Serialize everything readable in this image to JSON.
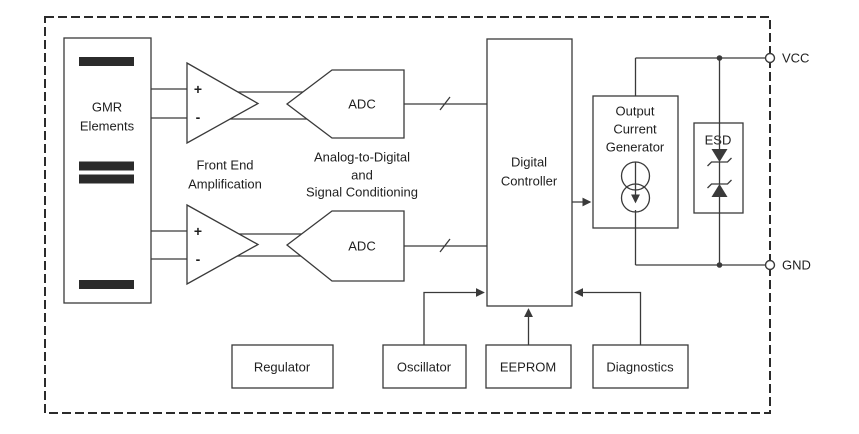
{
  "colors": {
    "background": "#ffffff",
    "line": "#3a3a3a",
    "text": "#1f1f1f",
    "bar_fill": "#2b2b2b"
  },
  "blocks": {
    "gmr_elements": {
      "line1": "GMR",
      "line2": "Elements"
    },
    "front_end": {
      "line1": "Front End",
      "line2": "Amplification"
    },
    "adc_top": {
      "label": "ADC"
    },
    "adc_bottom": {
      "label": "ADC"
    },
    "adc_caption": {
      "line1": "Analog-to-Digital",
      "line2": "and",
      "line3": "Signal Conditioning"
    },
    "digital_controller": {
      "line1": "Digital",
      "line2": "Controller"
    },
    "output_current_generator": {
      "line1": "Output",
      "line2": "Current",
      "line3": "Generator"
    },
    "esd": {
      "label": "ESD"
    },
    "regulator": {
      "label": "Regulator"
    },
    "oscillator": {
      "label": "Oscillator"
    },
    "eeprom": {
      "label": "EEPROM"
    },
    "diagnostics": {
      "label": "Diagnostics"
    }
  },
  "amplifiers": {
    "plus": "+",
    "minus": "-"
  },
  "pins": {
    "vcc": "VCC",
    "gnd": "GND"
  }
}
